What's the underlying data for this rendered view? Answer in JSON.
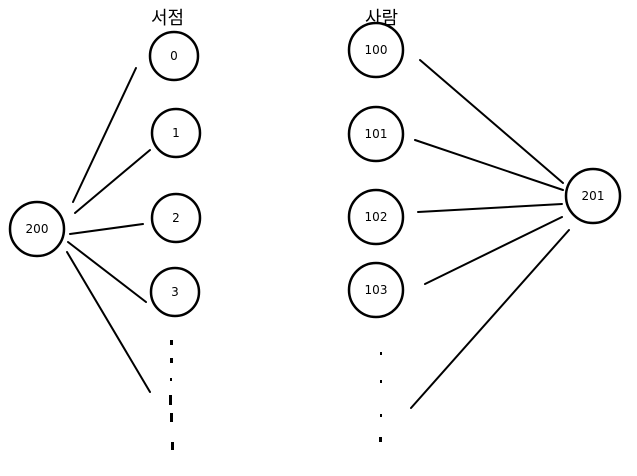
{
  "groups": {
    "bookstores": {
      "title": "서점"
    },
    "people": {
      "title": "사람"
    }
  },
  "nodes": {
    "n0": "0",
    "n1": "1",
    "n2": "2",
    "n3": "3",
    "n100": "100",
    "n101": "101",
    "n102": "102",
    "n103": "103",
    "n200": "200",
    "n201": "201"
  },
  "colors": {
    "stroke": "#000000",
    "background": "#ffffff"
  }
}
